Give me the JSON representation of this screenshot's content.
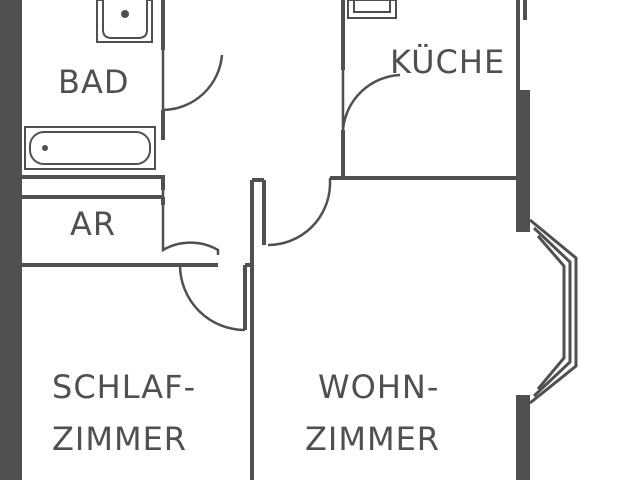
{
  "rooms": {
    "bad": "BAD",
    "kueche": "KÜCHE",
    "ar": "AR",
    "schlaf_line1": "SCHLAF-",
    "schlaf_line2": "ZIMMER",
    "wohn_line1": "WOHN-",
    "wohn_line2": "ZIMMER"
  },
  "colors": {
    "wall": "#505050",
    "background": "#ffffff"
  }
}
